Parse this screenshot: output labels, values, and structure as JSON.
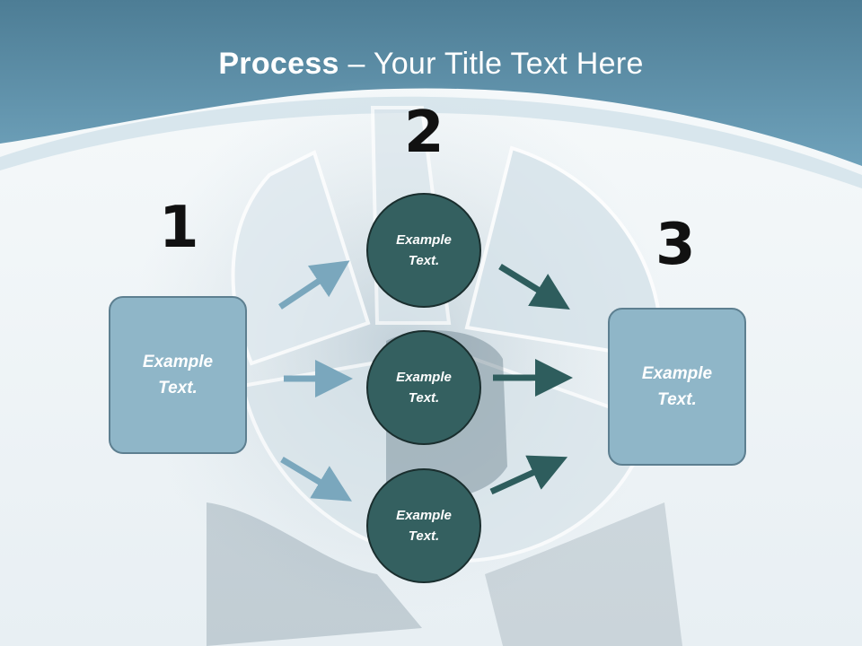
{
  "title": {
    "bold": "Process",
    "rest": " – Your Title Text Here"
  },
  "steps": [
    "1",
    "2",
    "3"
  ],
  "left_box": {
    "line1": "Example",
    "line2": "Text."
  },
  "right_box": {
    "line1": "Example",
    "line2": "Text."
  },
  "circles": [
    {
      "line1": "Example",
      "line2": "Text."
    },
    {
      "line1": "Example",
      "line2": "Text."
    },
    {
      "line1": "Example",
      "line2": "Text."
    }
  ],
  "colors": {
    "header": "#5d8ea6",
    "box_fill": "#8fb6c8",
    "circle_fill": "#346060",
    "arrow_light": "#7aa7bd",
    "arrow_dark": "#2e5d5d"
  }
}
